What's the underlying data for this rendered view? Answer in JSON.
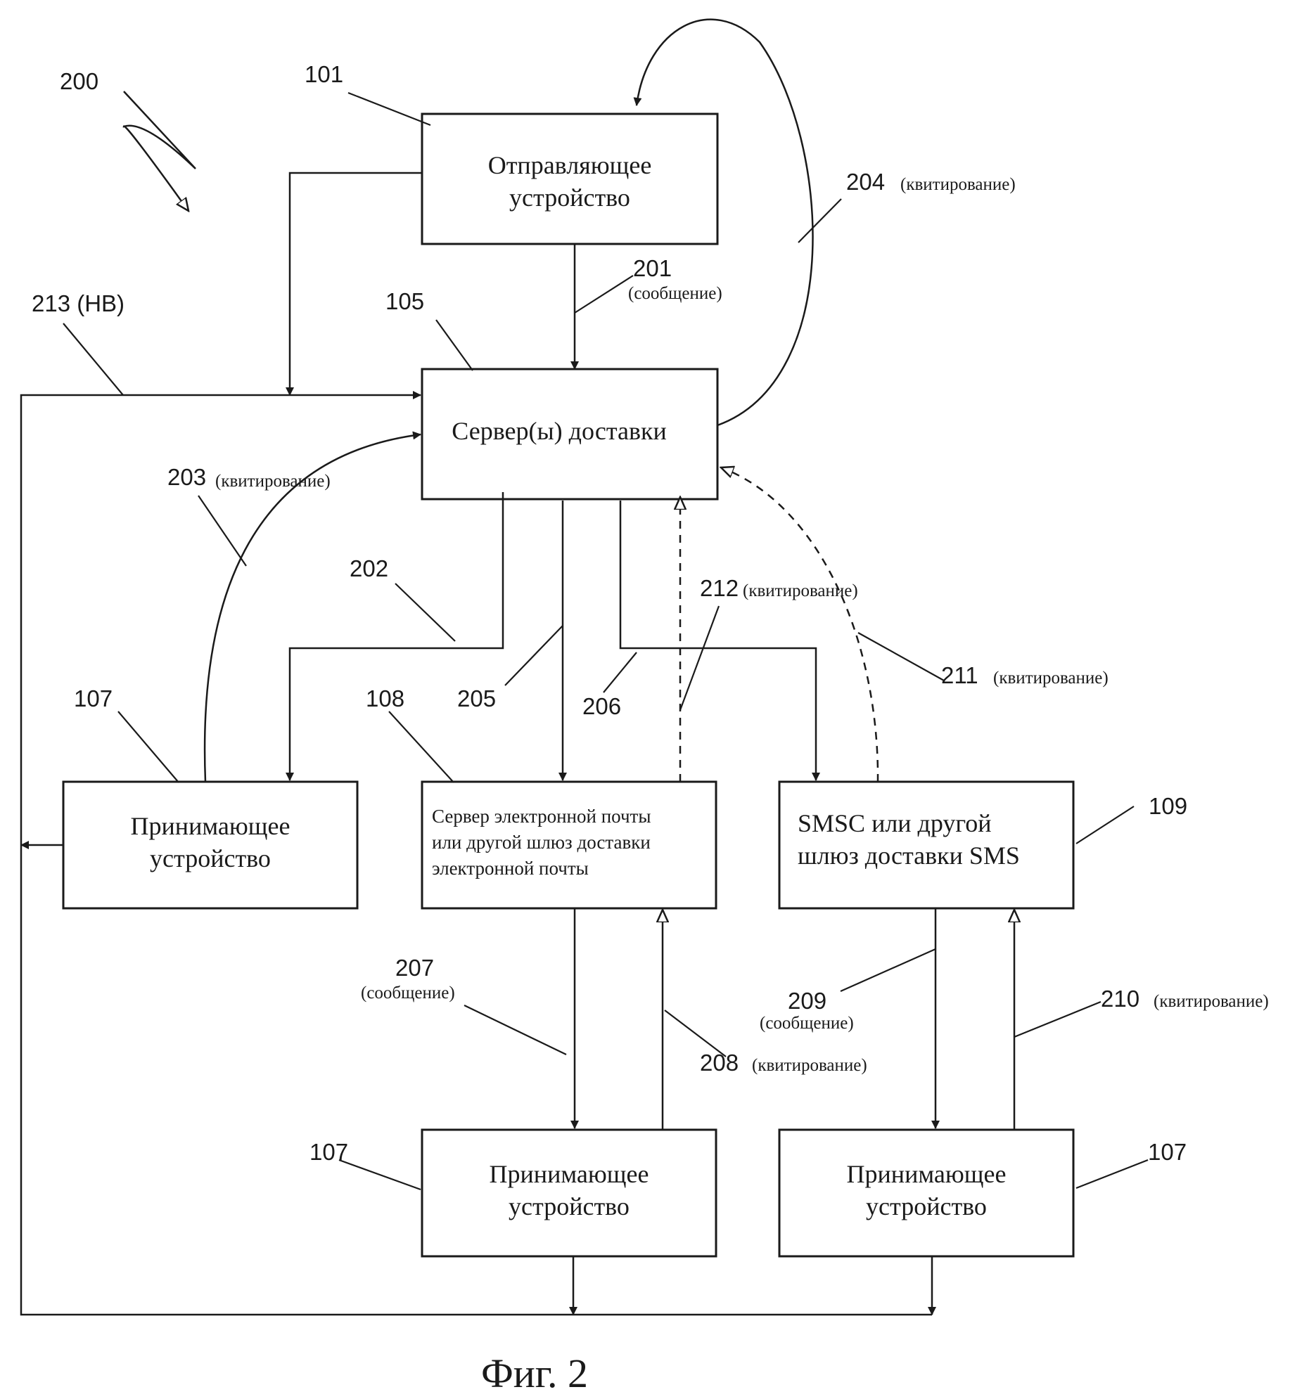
{
  "diagram_number": "200",
  "boxes": {
    "sender": {
      "ref": "101",
      "line1": "Отправляющее",
      "line2": "устройство"
    },
    "delivery_server": {
      "ref": "105",
      "line1": "Сервер(ы) доставки"
    },
    "receiver_left": {
      "ref": "107",
      "line1": "Принимающее",
      "line2": "устройство"
    },
    "email_server": {
      "ref": "108",
      "line1": "Сервер электронной почты",
      "line2": "или другой шлюз доставки",
      "line3": "электронной почты"
    },
    "smsc": {
      "ref": "109",
      "line1": "SMSC или другой",
      "line2": "шлюз доставки SMS"
    },
    "receiver_mid": {
      "ref": "107",
      "line1": "Принимающее",
      "line2": "устройство"
    },
    "receiver_right": {
      "ref": "107",
      "line1": "Принимающее",
      "line2": "устройство"
    }
  },
  "flows": {
    "f201": {
      "num": "201",
      "note": "(сообщение)"
    },
    "f202": {
      "num": "202"
    },
    "f203": {
      "num": "203",
      "note": "(квитирование)"
    },
    "f204": {
      "num": "204",
      "note": "(квитирование)"
    },
    "f205": {
      "num": "205"
    },
    "f206": {
      "num": "206"
    },
    "f207": {
      "num": "207",
      "note": "(сообщение)"
    },
    "f208": {
      "num": "208",
      "note": "(квитирование)"
    },
    "f209": {
      "num": "209",
      "note": "(сообщение)"
    },
    "f210": {
      "num": "210",
      "note": "(квитирование)"
    },
    "f211": {
      "num": "211",
      "note": "(квитирование)"
    },
    "f212": {
      "num": "212",
      "note": "(квитирование)"
    },
    "f213": {
      "label": "213 (НВ)"
    }
  },
  "caption": "Фиг. 2"
}
